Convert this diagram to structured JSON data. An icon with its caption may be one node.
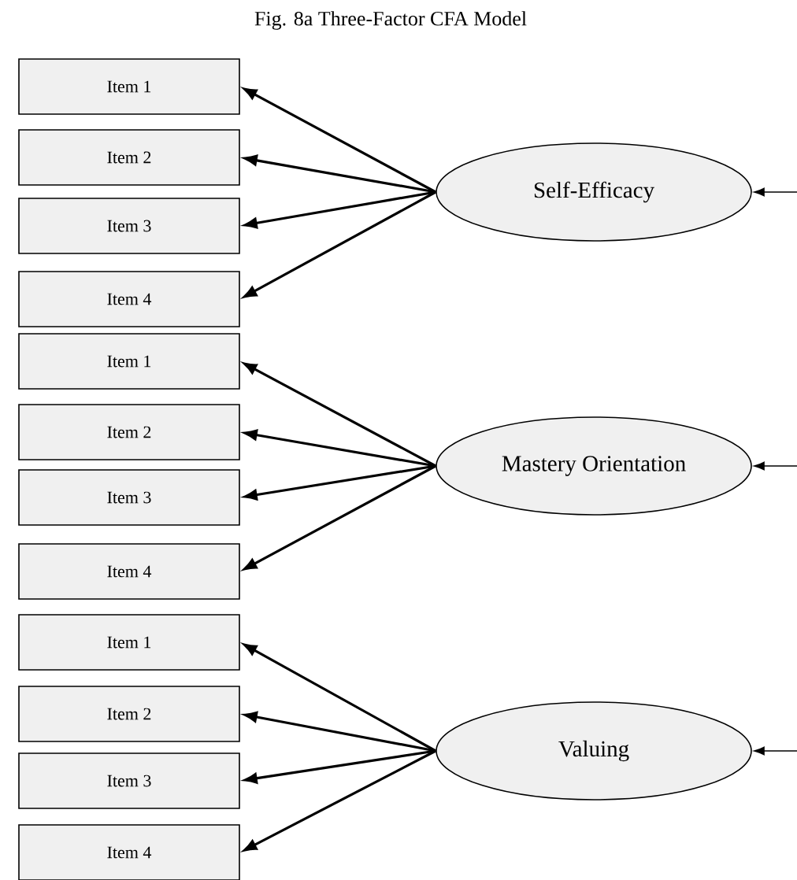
{
  "diagram": {
    "title": "Fig. 8a Three-Factor CFA Model",
    "nodes": [
      {
        "text": [
          "Item 1"
        ]
      },
      {
        "text": [
          "Item 2"
        ]
      },
      {
        "text": [
          "Item 3"
        ]
      },
      {
        "text": [
          "Item 4"
        ]
      },
      {
        "text": [
          "Self-Efficacy"
        ]
      },
      {
        "text": [
          "Item 1"
        ]
      },
      {
        "text": [
          "Item 2"
        ]
      },
      {
        "text": [
          "Item 3"
        ]
      },
      {
        "text": [
          "Item 4"
        ]
      },
      {
        "text": [
          "Mastery Orientation"
        ]
      },
      {
        "text": [
          "Item 1"
        ]
      },
      {
        "text": [
          "Item 2"
        ]
      },
      {
        "text": [
          "Item 3"
        ]
      },
      {
        "text": [
          "Item 4"
        ]
      },
      {
        "text": [
          "Valuing"
        ]
      }
    ],
    "edges": [
      {
        "from": 4,
        "to": 0,
        "arrow": "to"
      },
      {
        "from": 4,
        "to": 1,
        "arrow": "to"
      },
      {
        "from": 4,
        "to": 2,
        "arrow": "to"
      },
      {
        "from": 4,
        "to": 3,
        "arrow": "to"
      },
      {
        "from": null,
        "to": 4,
        "arrow": "to"
      },
      {
        "from": 9,
        "to": 5,
        "arrow": "to"
      },
      {
        "from": 9,
        "to": 6,
        "arrow": "to"
      },
      {
        "from": 9,
        "to": 7,
        "arrow": "to"
      },
      {
        "from": 9,
        "to": 8,
        "arrow": "to"
      },
      {
        "from": null,
        "to": 9,
        "arrow": "to"
      },
      {
        "from": 14,
        "to": 10,
        "arrow": "to"
      },
      {
        "from": 14,
        "to": 11,
        "arrow": "to"
      },
      {
        "from": 14,
        "to": 12,
        "arrow": "to"
      },
      {
        "from": 14,
        "to": 13,
        "arrow": "to"
      },
      {
        "from": null,
        "to": 14,
        "arrow": "to"
      }
    ]
  }
}
